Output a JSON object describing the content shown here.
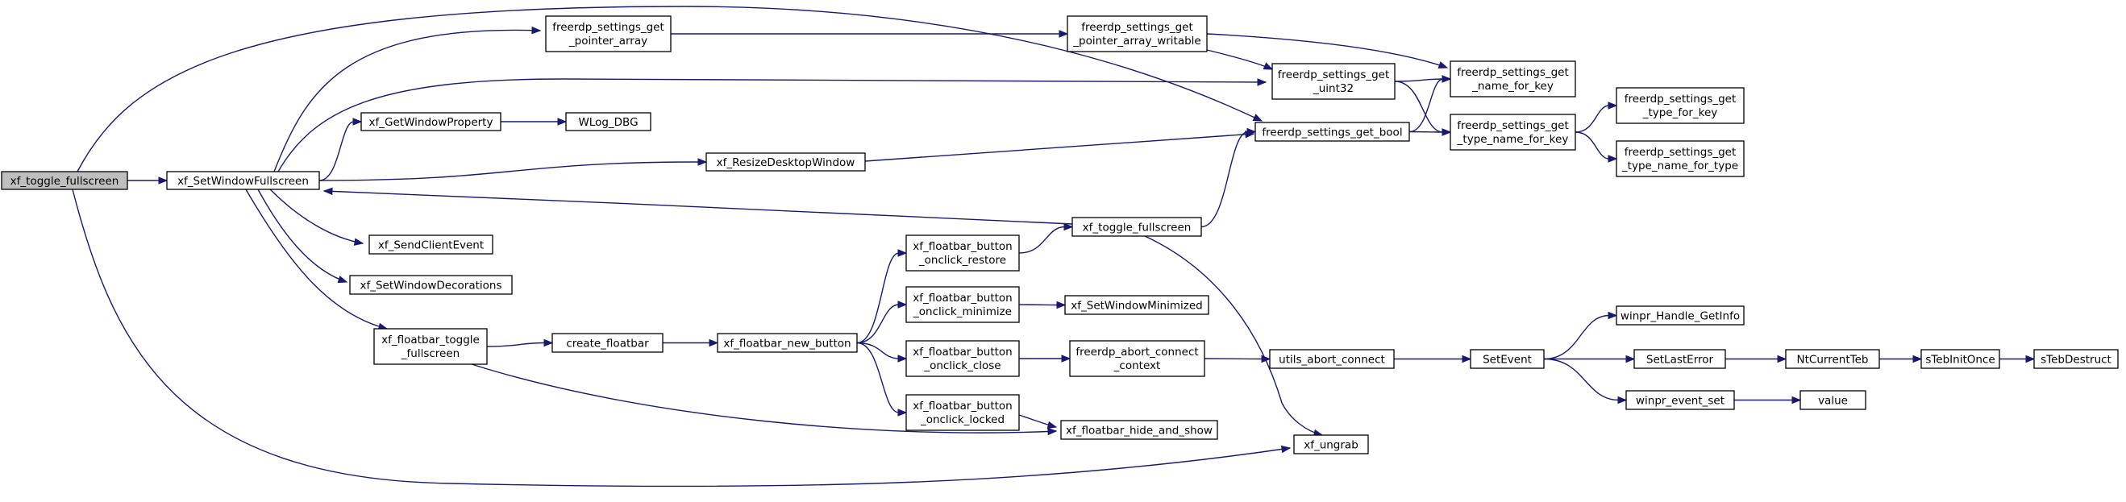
{
  "graph": {
    "edge_color": "#191970",
    "root_fill": "#bfbfbf",
    "nodes": [
      {
        "id": "root",
        "lines": [
          "xf_toggle_fullscreen"
        ],
        "root": true
      },
      {
        "id": "setfs",
        "lines": [
          "xf_SetWindowFullscreen"
        ]
      },
      {
        "id": "ptrarr",
        "lines": [
          "freerdp_settings_get",
          "_pointer_array"
        ]
      },
      {
        "id": "ptrarrw",
        "lines": [
          "freerdp_settings_get",
          "_pointer_array_writable"
        ]
      },
      {
        "id": "uint32",
        "lines": [
          "freerdp_settings_get",
          "_uint32"
        ]
      },
      {
        "id": "namekey",
        "lines": [
          "freerdp_settings_get",
          "_name_for_key"
        ]
      },
      {
        "id": "getbool",
        "lines": [
          "freerdp_settings_get_bool"
        ]
      },
      {
        "id": "typenamekey",
        "lines": [
          "freerdp_settings_get",
          "_type_name_for_key"
        ]
      },
      {
        "id": "typekey",
        "lines": [
          "freerdp_settings_get",
          "_type_for_key"
        ]
      },
      {
        "id": "typenametype",
        "lines": [
          "freerdp_settings_get",
          "_type_name_for_type"
        ]
      },
      {
        "id": "getwinprop",
        "lines": [
          "xf_GetWindowProperty"
        ]
      },
      {
        "id": "wlog",
        "lines": [
          "WLog_DBG"
        ]
      },
      {
        "id": "resize",
        "lines": [
          "xf_ResizeDesktopWindow"
        ]
      },
      {
        "id": "toggle2",
        "lines": [
          "xf_toggle_fullscreen"
        ]
      },
      {
        "id": "sendclient",
        "lines": [
          "xf_SendClientEvent"
        ]
      },
      {
        "id": "setdecor",
        "lines": [
          "xf_SetWindowDecorations"
        ]
      },
      {
        "id": "fbtoggle",
        "lines": [
          "xf_floatbar_toggle",
          "_fullscreen"
        ]
      },
      {
        "id": "createfb",
        "lines": [
          "create_floatbar"
        ]
      },
      {
        "id": "newbtn",
        "lines": [
          "xf_floatbar_new_button"
        ]
      },
      {
        "id": "restore",
        "lines": [
          "xf_floatbar_button",
          "_onclick_restore"
        ]
      },
      {
        "id": "minimize",
        "lines": [
          "xf_floatbar_button",
          "_onclick_minimize"
        ]
      },
      {
        "id": "setmin",
        "lines": [
          "xf_SetWindowMinimized"
        ]
      },
      {
        "id": "close",
        "lines": [
          "xf_floatbar_button",
          "_onclick_close"
        ]
      },
      {
        "id": "abortctx",
        "lines": [
          "freerdp_abort_connect",
          "_context"
        ]
      },
      {
        "id": "utilsabort",
        "lines": [
          "utils_abort_connect"
        ]
      },
      {
        "id": "setevent",
        "lines": [
          "SetEvent"
        ]
      },
      {
        "id": "locked",
        "lines": [
          "xf_floatbar_button",
          "_onclick_locked"
        ]
      },
      {
        "id": "hideshow",
        "lines": [
          "xf_floatbar_hide_and_show"
        ]
      },
      {
        "id": "ungrab",
        "lines": [
          "xf_ungrab"
        ]
      },
      {
        "id": "handleinfo",
        "lines": [
          "winpr_Handle_GetInfo"
        ]
      },
      {
        "id": "setlasterr",
        "lines": [
          "SetLastError"
        ]
      },
      {
        "id": "ntcurteb",
        "lines": [
          "NtCurrentTeb"
        ]
      },
      {
        "id": "steb",
        "lines": [
          "sTebInitOnce"
        ]
      },
      {
        "id": "stebd",
        "lines": [
          "sTebDestruct"
        ]
      },
      {
        "id": "eventset",
        "lines": [
          "winpr_event_set"
        ]
      },
      {
        "id": "value",
        "lines": [
          "value"
        ]
      }
    ],
    "edges": [
      [
        "root",
        "setfs"
      ],
      [
        "root",
        "getbool"
      ],
      [
        "root",
        "ungrab"
      ],
      [
        "setfs",
        "ptrarr"
      ],
      [
        "setfs",
        "uint32"
      ],
      [
        "setfs",
        "getwinprop"
      ],
      [
        "setfs",
        "resize"
      ],
      [
        "setfs",
        "sendclient"
      ],
      [
        "setfs",
        "setdecor"
      ],
      [
        "setfs",
        "fbtoggle"
      ],
      [
        "ptrarr",
        "ptrarrw"
      ],
      [
        "ptrarrw",
        "uint32"
      ],
      [
        "ptrarrw",
        "namekey"
      ],
      [
        "uint32",
        "namekey"
      ],
      [
        "uint32",
        "typenamekey"
      ],
      [
        "getbool",
        "namekey"
      ],
      [
        "getbool",
        "typenamekey"
      ],
      [
        "typenamekey",
        "typekey"
      ],
      [
        "typenamekey",
        "typenametype"
      ],
      [
        "getwinprop",
        "wlog"
      ],
      [
        "resize",
        "getbool"
      ],
      [
        "toggle2",
        "setfs"
      ],
      [
        "toggle2",
        "getbool"
      ],
      [
        "toggle2",
        "ungrab"
      ],
      [
        "fbtoggle",
        "createfb"
      ],
      [
        "fbtoggle",
        "hideshow"
      ],
      [
        "createfb",
        "newbtn"
      ],
      [
        "newbtn",
        "restore"
      ],
      [
        "newbtn",
        "minimize"
      ],
      [
        "newbtn",
        "close"
      ],
      [
        "newbtn",
        "locked"
      ],
      [
        "restore",
        "toggle2"
      ],
      [
        "minimize",
        "setmin"
      ],
      [
        "close",
        "abortctx"
      ],
      [
        "abortctx",
        "utilsabort"
      ],
      [
        "utilsabort",
        "setevent"
      ],
      [
        "locked",
        "hideshow"
      ],
      [
        "setevent",
        "handleinfo"
      ],
      [
        "setevent",
        "setlasterr"
      ],
      [
        "setevent",
        "eventset"
      ],
      [
        "setlasterr",
        "ntcurteb"
      ],
      [
        "ntcurteb",
        "steb"
      ],
      [
        "steb",
        "stebd"
      ],
      [
        "eventset",
        "value"
      ]
    ]
  }
}
